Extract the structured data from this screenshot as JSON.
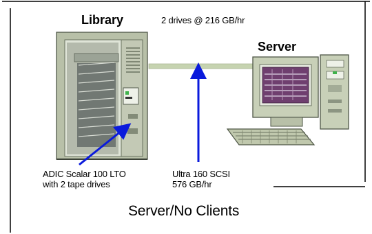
{
  "diagram": {
    "library_label": "Library",
    "drive_rate_label": "2 drives @ 216 GB/hr",
    "server_label": "Server",
    "library_note": [
      "ADIC Scalar 100 LTO",
      "with 2 tape drives"
    ],
    "connection_note": [
      "Ultra 160 SCSI",
      "576 GB/hr"
    ],
    "caption": "Server/No Clients"
  },
  "colors": {
    "arrow": "#0a1adc",
    "cable": "#c6d3b0",
    "library_body": "#b8c0a8",
    "server_body": "#c8d0b8",
    "monitor_screen": "#6f3f6f"
  },
  "icons": [
    "tape-library-icon",
    "server-computer-icon",
    "keyboard-icon"
  ]
}
